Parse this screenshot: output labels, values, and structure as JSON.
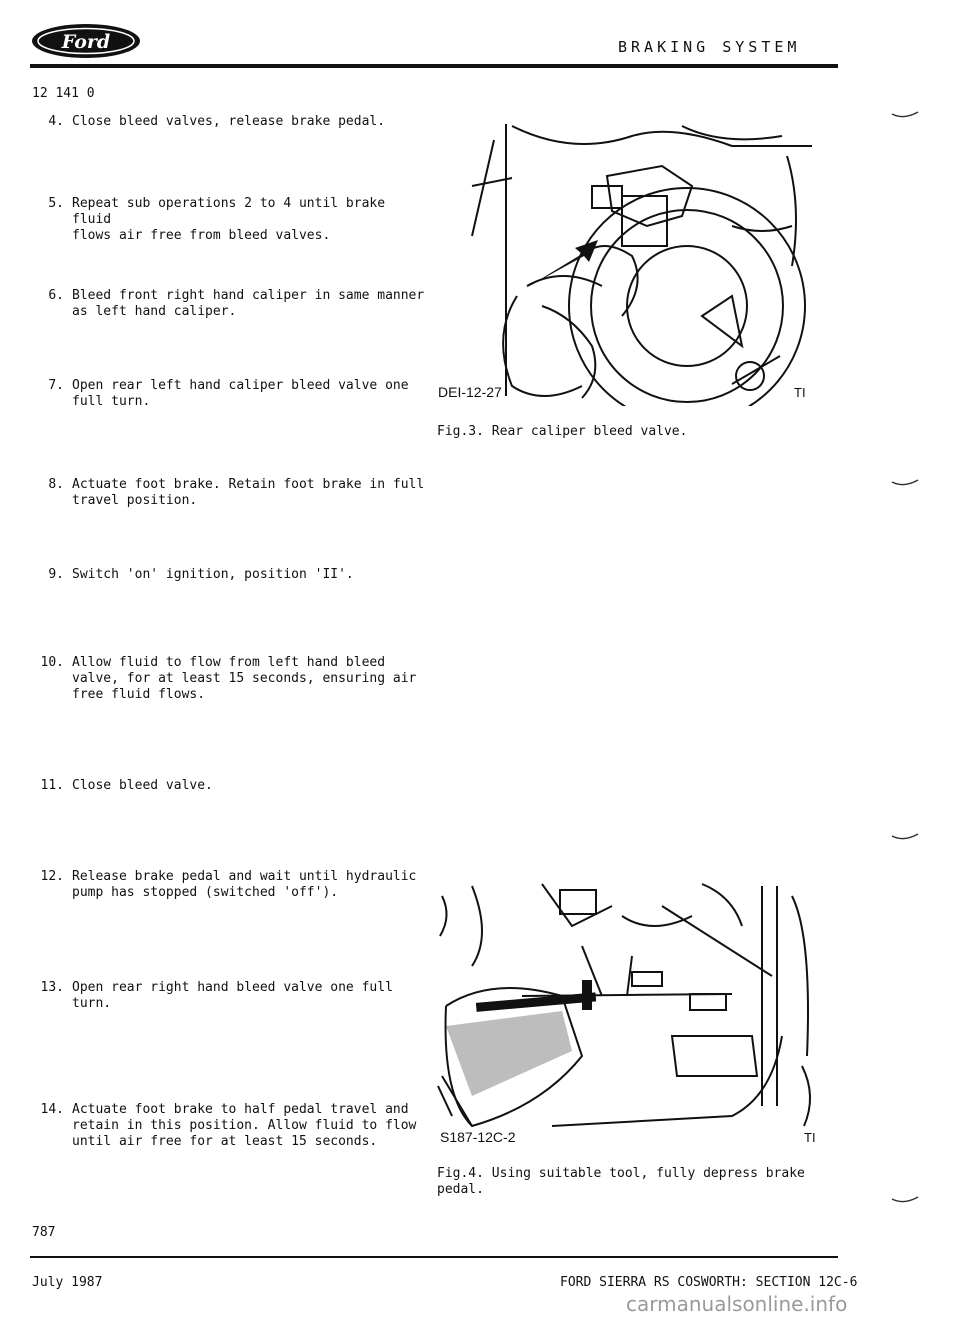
{
  "header": {
    "logo_text": "Ford",
    "title": "BRAKING SYSTEM"
  },
  "code": "12 141 0",
  "steps": [
    {
      "num": "4.",
      "text": "Close bleed valves, release brake pedal."
    },
    {
      "num": "5.",
      "text": "Repeat sub operations 2 to 4 until brake fluid\nflows air free from bleed valves."
    },
    {
      "num": "6.",
      "text": "Bleed front right hand caliper in same manner\nas left hand caliper."
    },
    {
      "num": "7.",
      "text": "Open rear left hand caliper bleed valve one\nfull turn."
    },
    {
      "num": "8.",
      "text": "Actuate foot brake.  Retain foot brake in full\ntravel position."
    },
    {
      "num": "9.",
      "text": "Switch 'on' ignition, position 'II'."
    },
    {
      "num": "10.",
      "text": "Allow fluid to flow from left hand bleed\nvalve, for at least 15 seconds, ensuring air\nfree fluid flows."
    },
    {
      "num": "11.",
      "text": "Close bleed valve."
    },
    {
      "num": "12.",
      "text": "Release brake pedal and wait until hydraulic\npump has stopped (switched 'off')."
    },
    {
      "num": "13.",
      "text": "Open rear right hand bleed valve one full\nturn."
    },
    {
      "num": "14.",
      "text": "Actuate foot brake to half pedal travel and\nretain in this position.  Allow fluid to flow\nuntil air free for at least 15 seconds."
    }
  ],
  "figures": [
    {
      "ref": "DEI-12-27",
      "mark": "TI",
      "caption": "Fig.3.  Rear caliper bleed valve."
    },
    {
      "ref": "S187-12C-2",
      "mark": "TI",
      "caption": "Fig.4.  Using suitable tool, fully depress brake\n        pedal."
    }
  ],
  "page_number": "787",
  "date": "July 1987",
  "footer": "FORD SIERRA RS COSWORTH: SECTION 12C-6",
  "watermark": "carmanualsonline.info"
}
